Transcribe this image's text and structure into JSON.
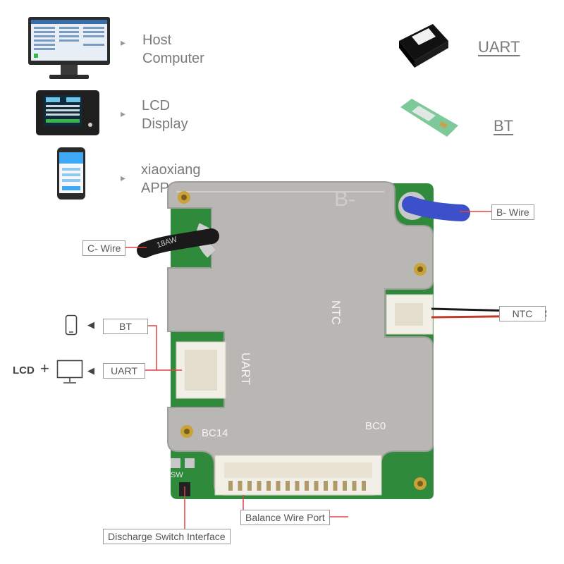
{
  "left_list": [
    {
      "label_line1": "Host",
      "label_line2": "Computer",
      "icon": "monitor-icon"
    },
    {
      "label_line1": "LCD",
      "label_line2": "Display",
      "icon": "lcd-display-icon"
    },
    {
      "label_line1": "xiaoxiang",
      "label_line2": "APP",
      "icon": "smartphone-icon"
    }
  ],
  "right_list": [
    {
      "label": "UART",
      "icon": "uart-module-icon"
    },
    {
      "label": "BT",
      "icon": "bluetooth-module-icon"
    }
  ],
  "board": {
    "silk_b_minus": "B-",
    "silk_ntc": "NTC",
    "silk_uart": "UART",
    "silk_bc14": "BC14",
    "silk_bc0": "BC0",
    "silk_sw": "SW",
    "cable_print": "18AW"
  },
  "callouts": {
    "b_minus_wire": "B- Wire",
    "c_minus_wire": "C- Wire",
    "ntc": "NTC",
    "bt": "BT",
    "uart": "UART",
    "lcd": "LCD",
    "balance_port": "Balance Wire Port",
    "discharge_switch": "Discharge Switch Interface"
  },
  "colors": {
    "pcb_green": "#2f8a3c",
    "metal": "#b8b7b3",
    "wire_blue": "#3b50c9",
    "callout_line": "#e14040"
  }
}
